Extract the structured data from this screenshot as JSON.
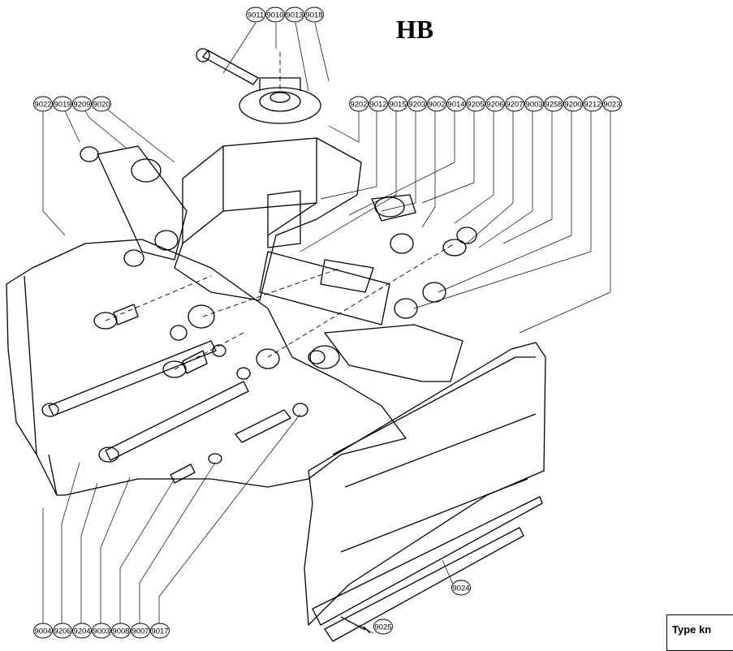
{
  "title": "HB",
  "type_box": {
    "label": "Type kn"
  },
  "callouts": {
    "top": [
      "9011",
      "9010",
      "9013",
      "9018"
    ],
    "left": [
      "9022",
      "9019",
      "9209",
      "9020"
    ],
    "right": [
      "9202",
      "9012",
      "9015",
      "9203",
      "9002",
      "9014",
      "9205",
      "9206",
      "9207",
      "9003",
      "9258",
      "9200",
      "9212",
      "9023"
    ],
    "bottom": [
      "9004",
      "9206",
      "9204",
      "9003",
      "9008",
      "9007",
      "9017"
    ],
    "mid": [
      "9024",
      "9025"
    ]
  }
}
